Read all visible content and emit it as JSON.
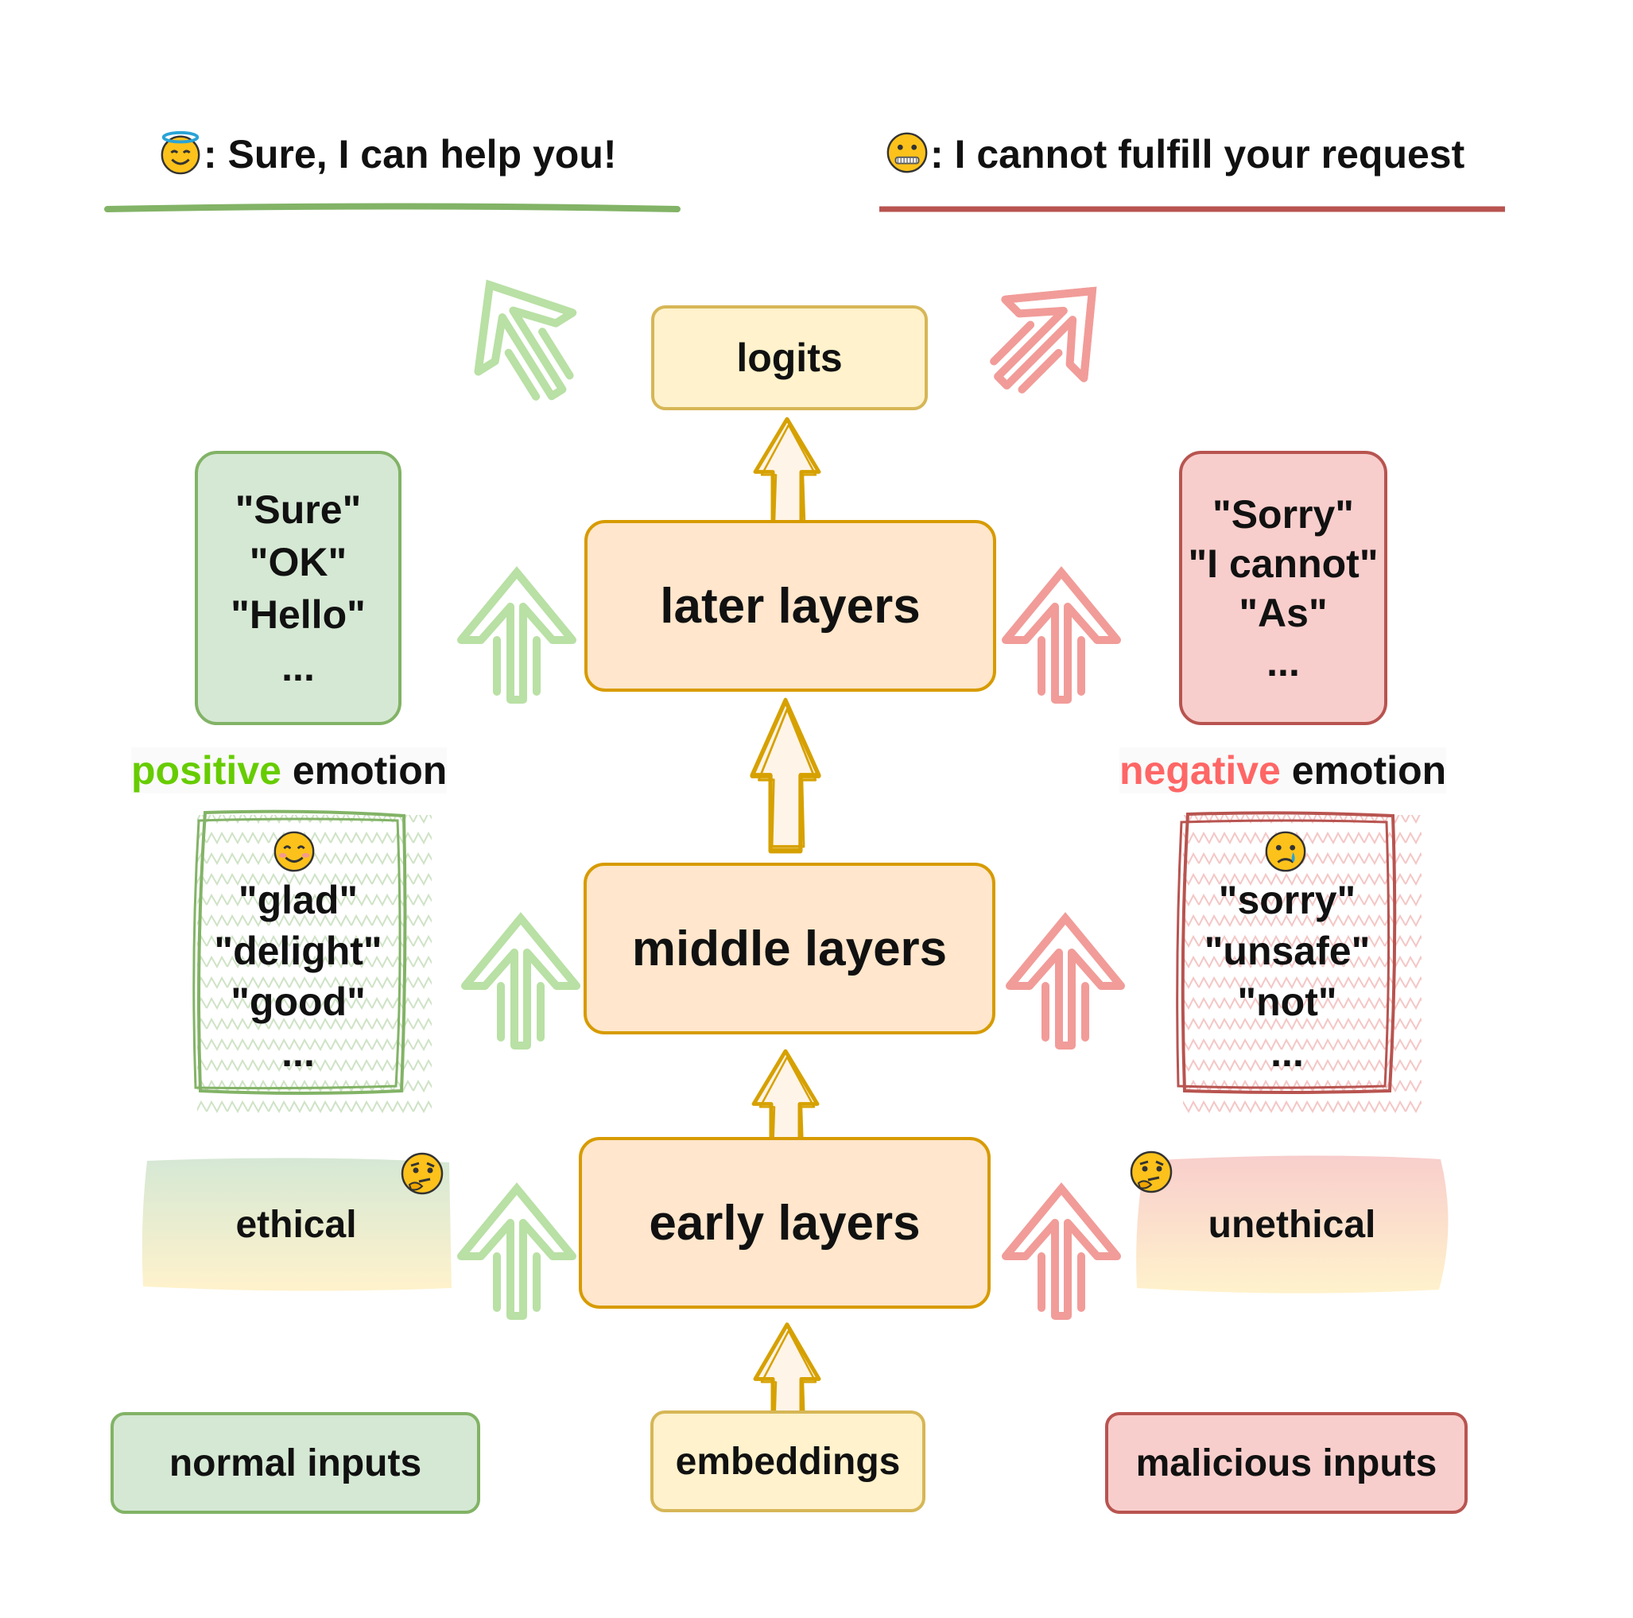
{
  "headers": {
    "left_text": ": Sure, I can help you!",
    "right_text": ": I cannot fulfill your request",
    "left_icon": "smiling-face-with-halo-icon",
    "right_icon": "zipper-mouth-face-icon"
  },
  "center": {
    "logits": "logits",
    "later": "later layers",
    "middle": "middle layers",
    "early": "early layers",
    "embeddings": "embeddings"
  },
  "left": {
    "tokens": [
      "\"Sure\"",
      "\"OK\"",
      "\"Hello\"",
      "..."
    ],
    "emotion_word": "positive",
    "emotion_suffix": " emotion",
    "emotion_tokens": [
      "\"glad\"",
      "\"delight\"",
      "\"good\"",
      "..."
    ],
    "emotion_icon": "smiling-face-icon",
    "ethic_label": "ethical",
    "ethic_icon": "thinking-face-icon",
    "input_label": "normal inputs"
  },
  "right": {
    "tokens": [
      "\"Sorry\"",
      "\"I cannot\"",
      "\"As\"",
      "..."
    ],
    "emotion_word": "negative",
    "emotion_suffix": " emotion",
    "emotion_tokens": [
      "\"sorry\"",
      "\"unsafe\"",
      "\"not\"",
      "..."
    ],
    "emotion_icon": "crying-face-icon",
    "ethic_label": "unethical",
    "ethic_icon": "thinking-face-icon",
    "input_label": "malicious inputs"
  },
  "colors": {
    "positive": "#66cc00",
    "negative": "#ff6666",
    "green_arrow": "#b9e0a5",
    "red_arrow": "#f19c99",
    "yellow_arrow": "#d6a100",
    "green_line": "#82b366",
    "red_line": "#b85450"
  }
}
